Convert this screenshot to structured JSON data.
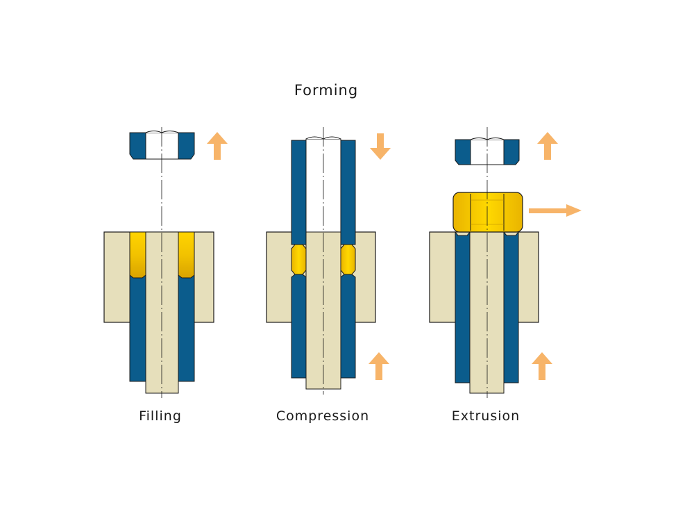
{
  "title": "Forming",
  "stages": [
    {
      "label": "Filling"
    },
    {
      "label": "Compression"
    },
    {
      "label": "Extrusion"
    }
  ],
  "colors": {
    "die": "#e6dfbb",
    "punch": "#0b5c8c",
    "material": "#f4c400",
    "arrow": "#f7b469",
    "outline": "#1a1a1a"
  }
}
